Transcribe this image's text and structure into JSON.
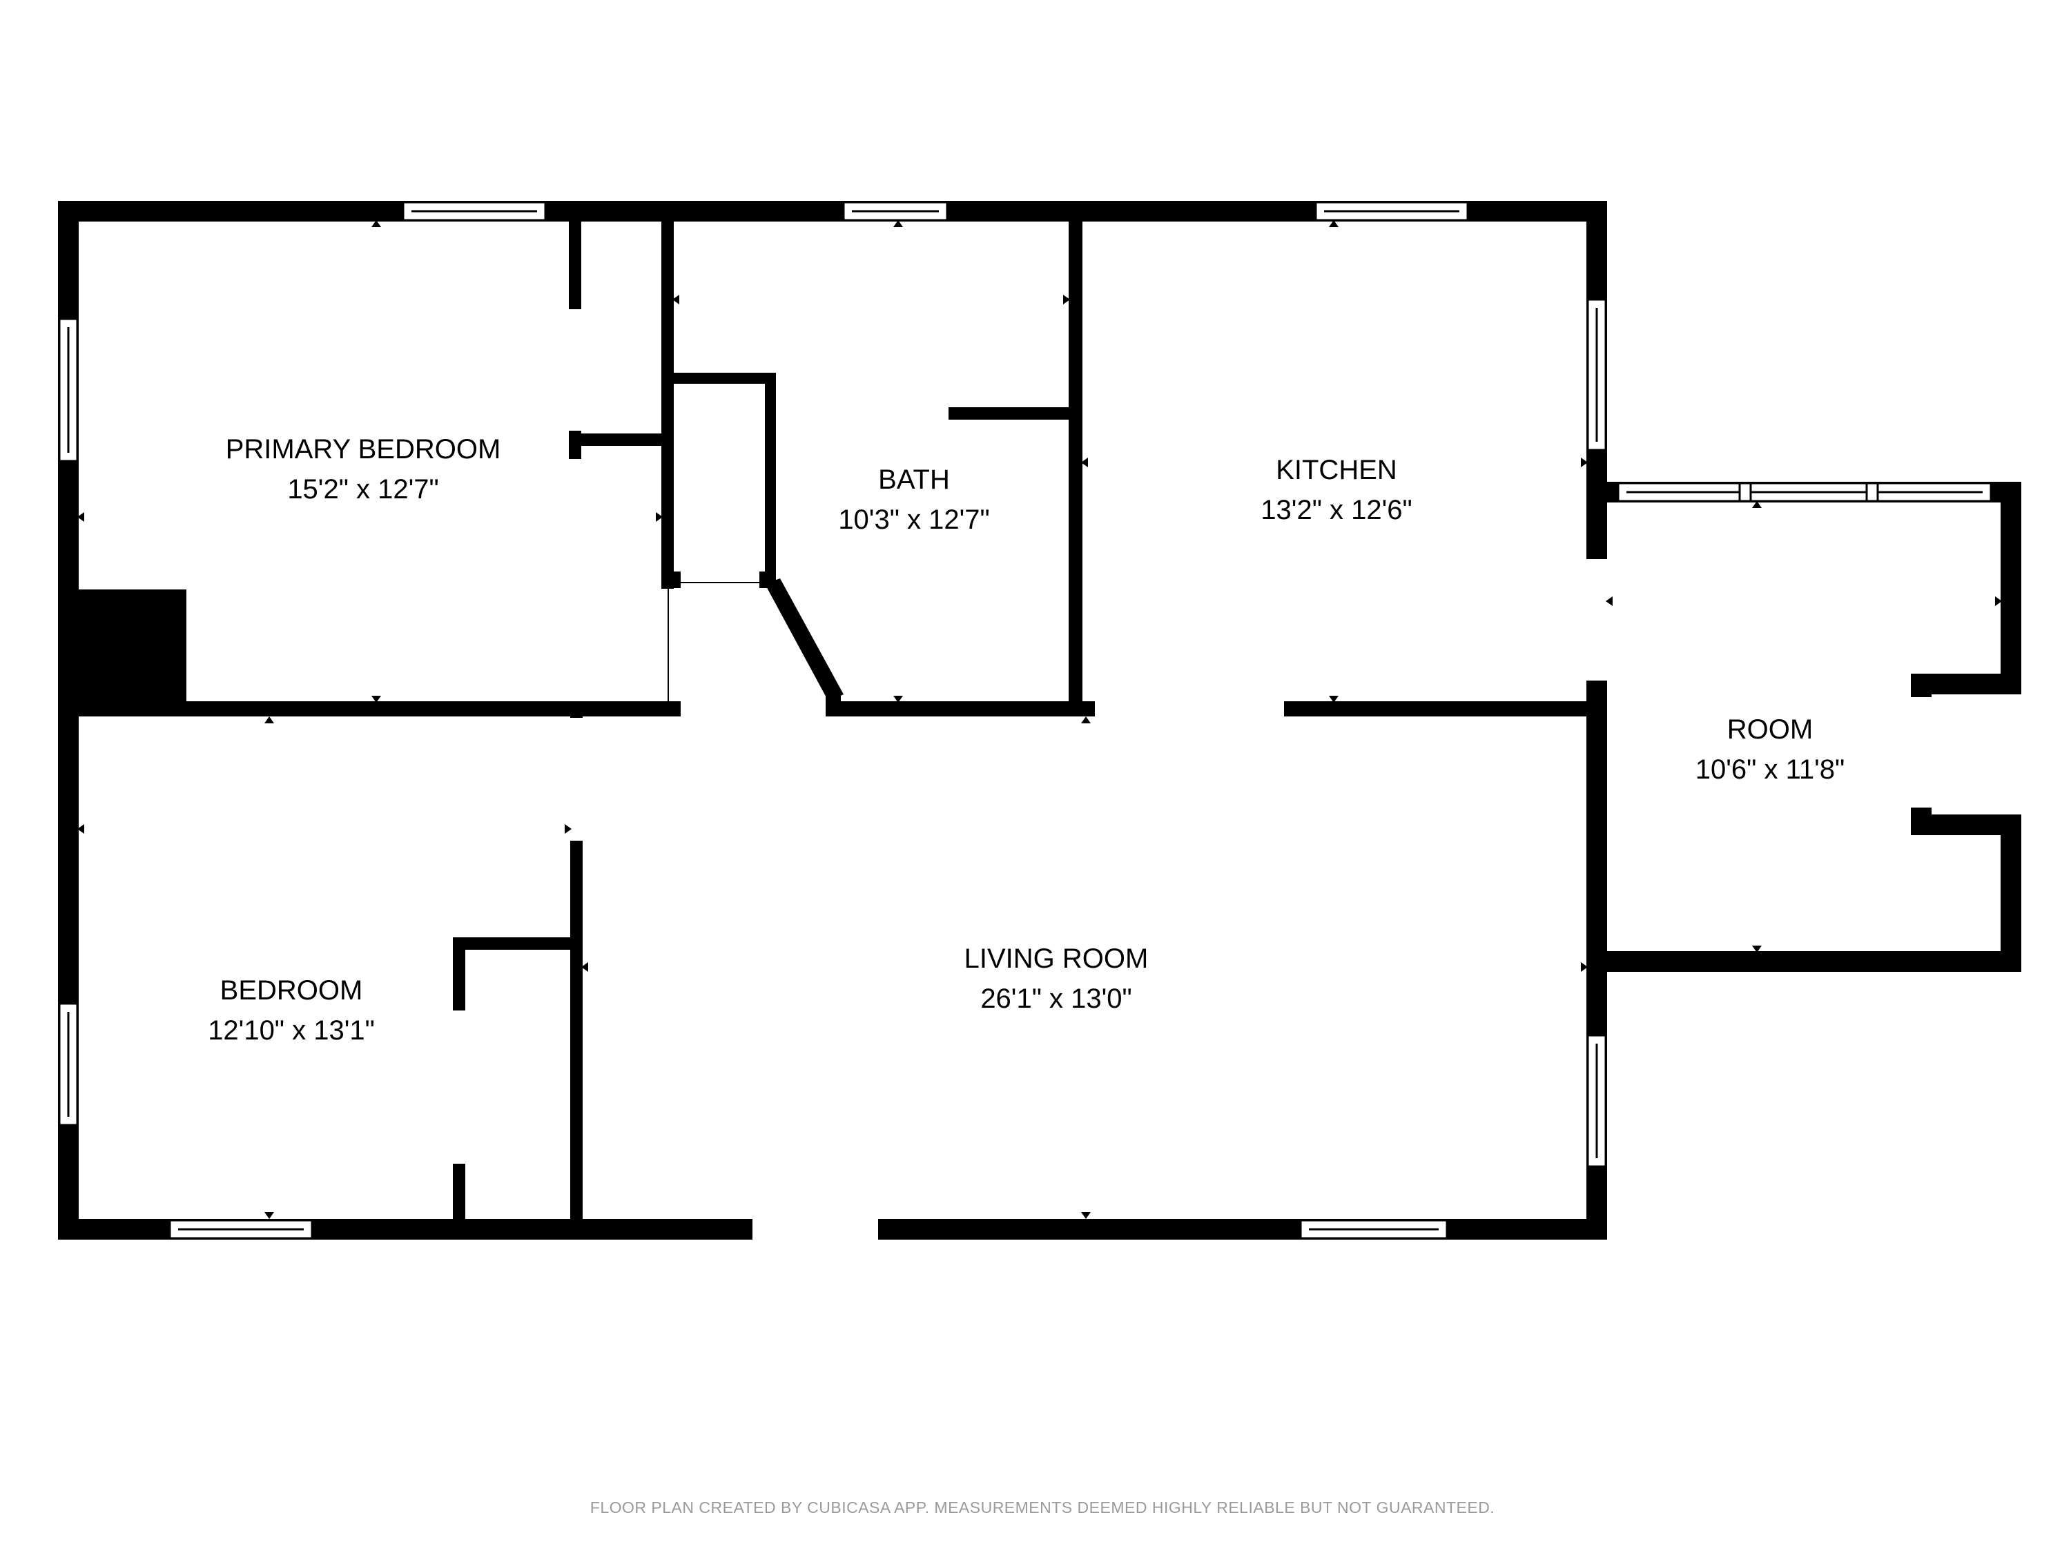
{
  "rooms": [
    {
      "id": "primary-bedroom",
      "name": "PRIMARY BEDROOM",
      "dimensions": "15'2\" x 12'7\""
    },
    {
      "id": "bath",
      "name": "BATH",
      "dimensions": "10'3\" x 12'7\""
    },
    {
      "id": "kitchen",
      "name": "KITCHEN",
      "dimensions": "13'2\" x 12'6\""
    },
    {
      "id": "room",
      "name": "ROOM",
      "dimensions": "10'6\" x 11'8\""
    },
    {
      "id": "bedroom",
      "name": "BEDROOM",
      "dimensions": "12'10\" x 13'1\""
    },
    {
      "id": "living-room",
      "name": "LIVING ROOM",
      "dimensions": "26'1\" x 13'0\""
    }
  ],
  "footer": "FLOOR PLAN CREATED BY CUBICASA APP. MEASUREMENTS DEEMED HIGHLY RELIABLE BUT NOT GUARANTEED.",
  "colors": {
    "wall": "#000000",
    "background": "#ffffff",
    "footer_text": "#9a9a9a"
  }
}
